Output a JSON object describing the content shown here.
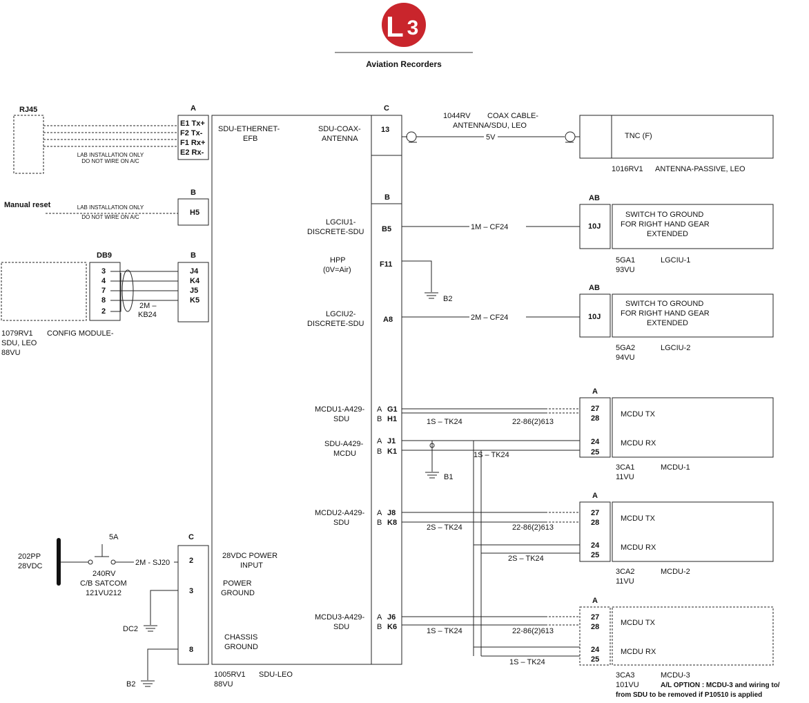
{
  "header": {
    "logo_letter": "L",
    "logo_number": "3",
    "company": "Aviation Recorders"
  },
  "rj45": {
    "title": "RJ45",
    "note1": "LAB INSTALLATION ONLY",
    "note2": "DO NOT WIRE ON A/C"
  },
  "connA": {
    "title": "A",
    "pins": [
      "E1 Tx+",
      "F2 Tx-",
      "F1 Rx+",
      "E2 Rx-"
    ]
  },
  "reset": {
    "label": "Manual reset",
    "note1": "LAB INSTALLATION ONLY",
    "note2": "DO NOT WIRE ON A/C",
    "conn_title": "B",
    "pin": "H5"
  },
  "db9": {
    "title": "DB9",
    "pins": [
      "3",
      "4",
      "7",
      "8",
      "2"
    ],
    "wire": "2M –",
    "wire2": "KB24",
    "module1": "1079RV1",
    "module_name": "CONFIG MODULE-",
    "module2": "SDU, LEO",
    "module3": "88VU"
  },
  "connB2": {
    "title": "B",
    "pins": [
      "J4",
      "K4",
      "J5",
      "K5"
    ]
  },
  "power": {
    "bus1": "202PP",
    "bus2": "28VDC",
    "amps": "5A",
    "cb1": "240RV",
    "cb2": "C/B SATCOM",
    "cb3": "121VU212",
    "wire": "2M - SJ20",
    "conn_title": "C",
    "pins": [
      "2",
      "3",
      "8"
    ],
    "dc2": "DC2",
    "b2": "B2"
  },
  "sdu": {
    "ethernet1": "SDU-ETHERNET-",
    "ethernet2": "EFB",
    "coax1": "SDU-COAX-",
    "coax2": "ANTENNA",
    "power1": "28VDC POWER",
    "power2": "INPUT",
    "pground1": "POWER",
    "pground2": "GROUND",
    "cground1": "CHASSIS",
    "cground2": "GROUND",
    "id": "1005RV1",
    "name": "SDU-LEO",
    "vu": "88VU"
  },
  "coax": {
    "conn_title": "C",
    "pin": "13",
    "cable_id": "1044RV",
    "cable1": "COAX CABLE-",
    "cable2": "ANTENNA/SDU, LEO",
    "wire": "5V",
    "tnc": "TNC (F)",
    "antenna_id": "1016RV1",
    "antenna_name": "ANTENNA-PASSIVE, LEO"
  },
  "discretes": {
    "conn_title": "B",
    "lgciu1_1": "LGCIU1-",
    "lgciu1_2": "DISCRETE-SDU",
    "pin_b5": "B5",
    "hpp1": "HPP",
    "hpp2": "(0V=Air)",
    "pin_f11": "F11",
    "hpp_ground": "B2",
    "lgciu2_1": "LGCIU2-",
    "lgciu2_2": "DISCRETE-SDU",
    "pin_a8": "A8",
    "wire1": "1M – CF24",
    "wire2": "2M – CF24"
  },
  "lgciu": [
    {
      "conn_title": "AB",
      "pin": "10J",
      "line1": "SWITCH TO GROUND",
      "line2": "FOR RIGHT HAND GEAR",
      "line3": "EXTENDED",
      "id": "5GA1",
      "vu": "93VU",
      "name": "LGCIU-1"
    },
    {
      "conn_title": "AB",
      "pin": "10J",
      "line1": "SWITCH TO GROUND",
      "line2": "FOR RIGHT HAND GEAR",
      "line3": "EXTENDED",
      "id": "5GA2",
      "vu": "94VU",
      "name": "LGCIU-2"
    }
  ],
  "mcdu_sdu": {
    "m1_1": "MCDU1-A429-",
    "m1_2": "SDU",
    "m1_pA": "A",
    "m1_pinA": "G1",
    "m1_pB": "B",
    "m1_pinB": "H1",
    "s_1": "SDU-A429-",
    "s_2": "MCDU",
    "s_pA": "A",
    "s_pinA": "J1",
    "s_pB": "B",
    "s_pinB": "K1",
    "s_ground": "B1",
    "m2_1": "MCDU2-A429-",
    "m2_2": "SDU",
    "m2_pA": "A",
    "m2_pinA": "J8",
    "m2_pB": "B",
    "m2_pinB": "K8",
    "m3_1": "MCDU3-A429-",
    "m3_2": "SDU",
    "m3_pA": "A",
    "m3_pinA": "J6",
    "m3_pB": "B",
    "m3_pinB": "K6",
    "w1": "1S – TK24",
    "w1b": "22-86(2)613",
    "w_rx1": "1S – TK24",
    "w2": "2S – TK24",
    "w2b": "22-86(2)613",
    "w_rx2": "2S – TK24",
    "w3": "1S – TK24",
    "w3b": "22-86(2)613",
    "w_rx3": "1S – TK24"
  },
  "mcdu": [
    {
      "conn_title": "A",
      "pins": [
        "27",
        "28",
        "24",
        "25"
      ],
      "tx": "MCDU TX",
      "rx": "MCDU RX",
      "id": "3CA1",
      "vu": "11VU",
      "name": "MCDU-1"
    },
    {
      "conn_title": "A",
      "pins": [
        "27",
        "28",
        "24",
        "25"
      ],
      "tx": "MCDU TX",
      "rx": "MCDU RX",
      "id": "3CA2",
      "vu": "11VU",
      "name": "MCDU-2"
    },
    {
      "conn_title": "A",
      "pins": [
        "27",
        "28",
        "24",
        "25"
      ],
      "tx": "MCDU TX",
      "rx": "MCDU RX",
      "id": "3CA3",
      "vu": "101VU",
      "name": "MCDU-3"
    }
  ],
  "option": {
    "line1": "A/L OPTION : MCDU-3 and wiring to/",
    "line2": "from SDU to be removed if P10510 is applied"
  }
}
